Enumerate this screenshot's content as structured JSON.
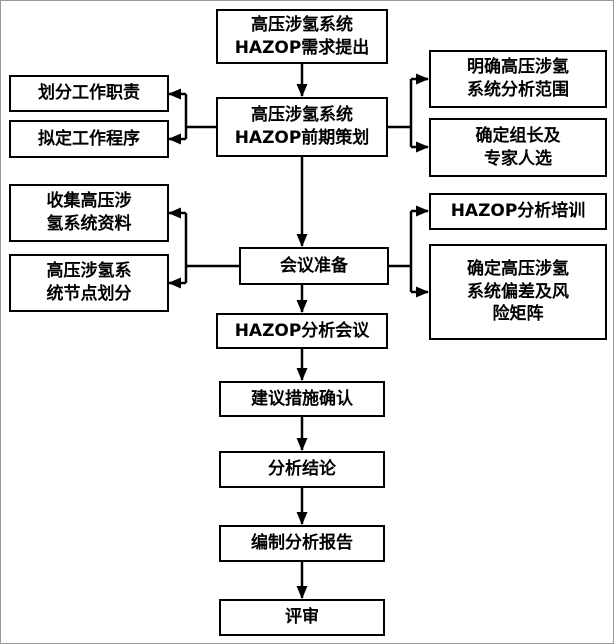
{
  "diagram": {
    "type": "flowchart",
    "language": "zh-CN",
    "topic": "高压涉氢系统HAZOP分析流程"
  },
  "colors": {
    "box_border": "#000000",
    "box_background": "#ffffff",
    "text": "#000000",
    "connector": "#000000"
  },
  "nodes": {
    "requirement": {
      "label": "高压涉氢系统\nHAZOP需求提出"
    },
    "planning": {
      "label": "高压涉氢系统\nHAZOP前期策划"
    },
    "duties": {
      "label": "划分工作职责"
    },
    "procedures": {
      "label": "拟定工作程序"
    },
    "scope": {
      "label": "明确高压涉氢\n系统分析范围"
    },
    "leader": {
      "label": "确定组长及\n专家人选"
    },
    "collect": {
      "label": "收集高压涉\n氢系统资料"
    },
    "node_division": {
      "label": "高压涉氢系\n统节点划分"
    },
    "meeting_prep": {
      "label": "会议准备"
    },
    "training": {
      "label": "HAZOP分析培训"
    },
    "deviation": {
      "label": "确定高压涉氢\n系统偏差及风\n险矩阵"
    },
    "analysis_meeting": {
      "label": "HAZOP分析会议"
    },
    "measures": {
      "label": "建议措施确认"
    },
    "conclusion": {
      "label": "分析结论"
    },
    "report": {
      "label": "编制分析报告"
    },
    "review": {
      "label": "评审"
    }
  },
  "edges": [
    {
      "from": "requirement",
      "to": "planning"
    },
    {
      "from": "planning",
      "to": "duties"
    },
    {
      "from": "planning",
      "to": "procedures"
    },
    {
      "from": "planning",
      "to": "scope"
    },
    {
      "from": "planning",
      "to": "leader"
    },
    {
      "from": "planning",
      "to": "meeting_prep"
    },
    {
      "from": "meeting_prep",
      "to": "collect"
    },
    {
      "from": "meeting_prep",
      "to": "node_division"
    },
    {
      "from": "meeting_prep",
      "to": "training"
    },
    {
      "from": "meeting_prep",
      "to": "deviation"
    },
    {
      "from": "meeting_prep",
      "to": "analysis_meeting"
    },
    {
      "from": "analysis_meeting",
      "to": "measures"
    },
    {
      "from": "measures",
      "to": "conclusion"
    },
    {
      "from": "conclusion",
      "to": "report"
    },
    {
      "from": "report",
      "to": "review"
    }
  ]
}
